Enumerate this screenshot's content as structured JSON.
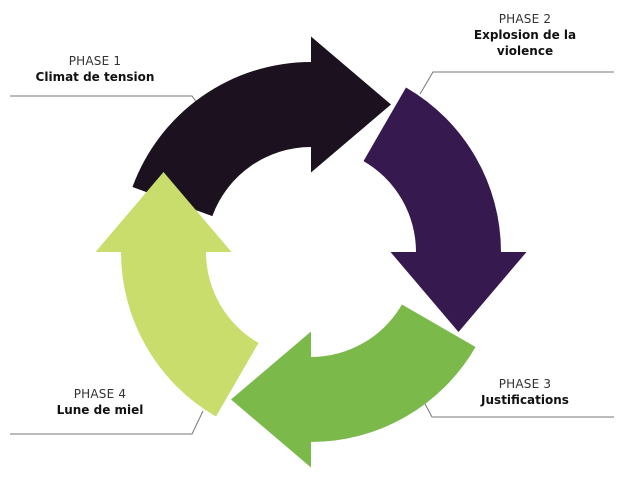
{
  "diagram": {
    "type": "cycle",
    "phases": [
      {
        "phase": "PHASE 1",
        "name": "Climat de tension",
        "color": "#1c111e"
      },
      {
        "phase": "PHASE 2",
        "name": "Explosion de la violence",
        "color": "#361a4f"
      },
      {
        "phase": "PHASE 3",
        "name": "Justifications",
        "color": "#7ab94a"
      },
      {
        "phase": "PHASE 4",
        "name": "Lune de miel",
        "color": "#c8dd6c"
      }
    ],
    "leader_color": "#777777"
  }
}
